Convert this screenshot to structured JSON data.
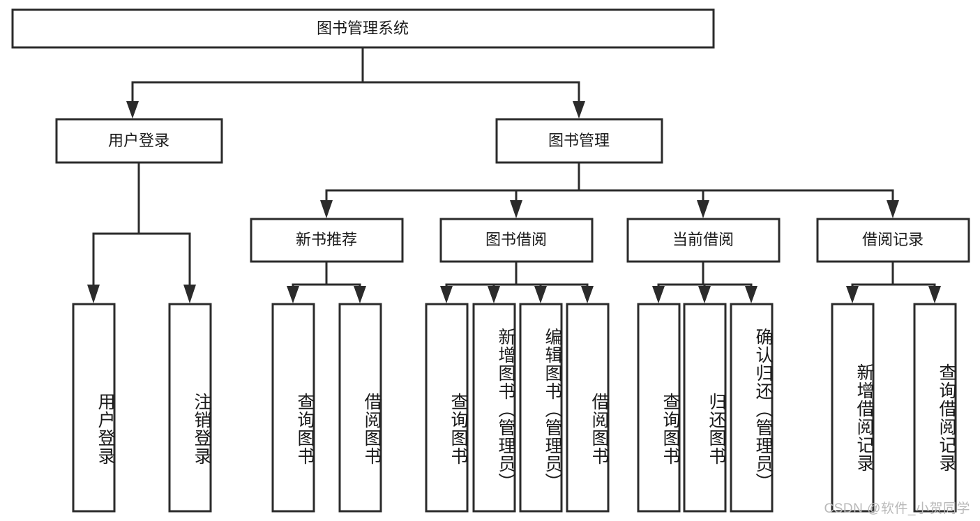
{
  "diagram": {
    "type": "tree-hierarchy-chart",
    "title": "图书管理系统",
    "background_color": "#ffffff",
    "line_color": "#2b2b2b",
    "text_color": "#1a1a1a",
    "watermark": "CSDN @软件_小贺同学",
    "root": {
      "label": "图书管理系统"
    },
    "level2": [
      {
        "label": "用户登录"
      },
      {
        "label": "图书管理"
      }
    ],
    "level3": [
      {
        "label": "新书推荐"
      },
      {
        "label": "图书借阅"
      },
      {
        "label": "当前借阅"
      },
      {
        "label": "借阅记录"
      }
    ],
    "leaves": [
      {
        "label": "用户登录",
        "parent": "用户登录"
      },
      {
        "label": "注销登录",
        "parent": "用户登录"
      },
      {
        "label": "查询图书",
        "parent": "新书推荐"
      },
      {
        "label": "借阅图书",
        "parent": "新书推荐"
      },
      {
        "label": "查询图书",
        "parent": "图书借阅"
      },
      {
        "label": "新增图书（管理员）",
        "parent": "图书借阅"
      },
      {
        "label": "编辑图书（管理员）",
        "parent": "图书借阅"
      },
      {
        "label": "借阅图书",
        "parent": "图书借阅"
      },
      {
        "label": "查询图书",
        "parent": "当前借阅"
      },
      {
        "label": "归还图书",
        "parent": "当前借阅"
      },
      {
        "label": "确认归还（管理员）",
        "parent": "当前借阅"
      },
      {
        "label": "新增借阅记录",
        "parent": "借阅记录"
      },
      {
        "label": "查询借阅记录",
        "parent": "借阅记录"
      }
    ]
  }
}
